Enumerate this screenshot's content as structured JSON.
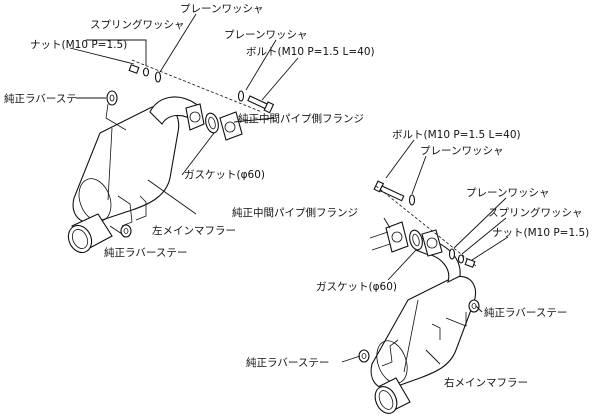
{
  "left_assembly": {
    "label_spring_washer": "スプリングワッシャ",
    "label_plain_washer_top": "プレーンワッシャ",
    "label_nut": "ナット(M10 P=1.5)",
    "label_plain_washer_right": "プレーンワッシャ",
    "label_bolt": "ボルト(M10 P=1.5 L=40)",
    "label_rubber_stay_top": "純正ラバーステー",
    "label_mid_pipe_flange": "純正中間パイプ側フランジ",
    "label_gasket": "ガスケット(φ60)",
    "label_muffler": "左メインマフラー",
    "label_rubber_stay_bottom": "純正ラバーステー"
  },
  "right_assembly": {
    "label_bolt": "ボルト(M10 P=1.5 L=40)",
    "label_plain_washer_top": "プレーンワッシャ",
    "label_plain_washer_right": "プレーンワッシャ",
    "label_mid_pipe_flange": "純正中間パイプ側フランジ",
    "label_spring_washer": "スプリングワッシャ",
    "label_nut": "ナット(M10 P=1.5)",
    "label_gasket": "ガスケット(φ60)",
    "label_rubber_stay_right": "純正ラバーステー",
    "label_rubber_stay_left": "純正ラバーステー",
    "label_muffler": "右メインマフラー"
  }
}
